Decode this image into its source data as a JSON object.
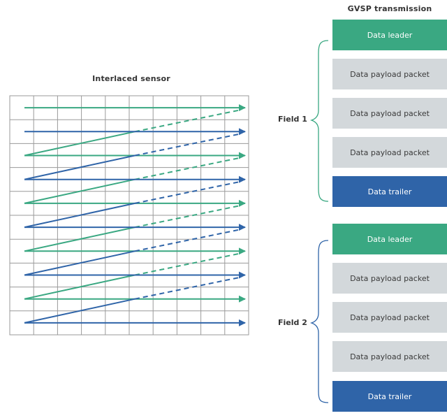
{
  "sensor_title": "Interlaced sensor",
  "gvsp_title": "GVSP transmission",
  "colors": {
    "field1": "#3aa882",
    "field2": "#2f64a8",
    "grid": "#9a9a9a",
    "payload": "#d3d8db"
  },
  "fields": [
    {
      "label": "Field 1",
      "blocks": [
        {
          "type": "leader",
          "label": "Data leader"
        },
        {
          "type": "payload",
          "label": "Data payload packet"
        },
        {
          "type": "payload",
          "label": "Data payload packet"
        },
        {
          "type": "payload",
          "label": "Data payload packet"
        },
        {
          "type": "trailer",
          "label": "Data trailer"
        }
      ]
    },
    {
      "label": "Field 2",
      "blocks": [
        {
          "type": "leader",
          "label": "Data leader"
        },
        {
          "type": "payload",
          "label": "Data payload packet"
        },
        {
          "type": "payload",
          "label": "Data payload packet"
        },
        {
          "type": "payload",
          "label": "Data payload packet"
        },
        {
          "type": "trailer",
          "label": "Data trailer"
        }
      ]
    }
  ]
}
